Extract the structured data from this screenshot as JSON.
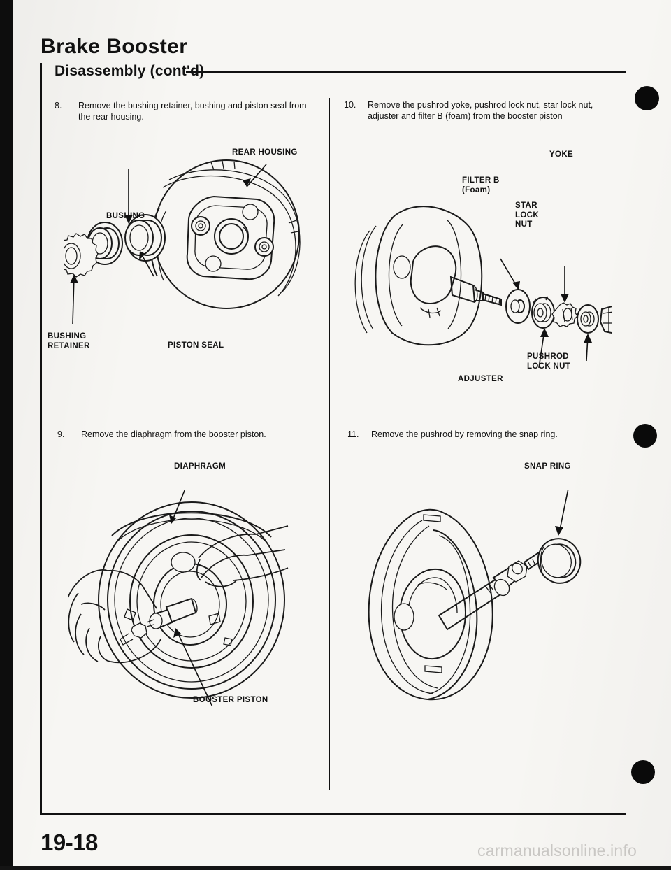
{
  "document": {
    "title": "Brake Booster",
    "section": "Disassembly (cont'd)",
    "page_number": "19-18",
    "watermark": "carmanualsonline.info"
  },
  "steps": [
    {
      "number": "8.",
      "text": "Remove the bushing retainer, bushing and piston seal from the rear housing."
    },
    {
      "number": "9.",
      "text": "Remove the diaphragm from the booster piston."
    },
    {
      "number": "10.",
      "text": "Remove the pushrod yoke, pushrod lock nut, star lock nut, adjuster and filter B (foam) from the booster piston"
    },
    {
      "number": "11.",
      "text": "Remove the pushrod by removing the snap ring."
    }
  ],
  "figures": {
    "fig_rear_housing": {
      "labels": {
        "rear_housing": "REAR HOUSING",
        "bushing": "BUSHING",
        "bushing_retainer": "BUSHING\nRETAINER",
        "piston_seal": "PISTON SEAL"
      }
    },
    "fig_pushrod_assembly": {
      "labels": {
        "yoke": "YOKE",
        "filter_b": "FILTER B\n(Foam)",
        "star_lock_nut": "STAR\nLOCK\nNUT",
        "pushrod_lock_nut": "PUSHROD\nLOCK NUT",
        "adjuster": "ADJUSTER"
      }
    },
    "fig_diaphragm": {
      "labels": {
        "diaphragm": "DIAPHRAGM",
        "booster_piston": "BOOSTER PISTON"
      }
    },
    "fig_snap_ring": {
      "labels": {
        "snap_ring": "SNAP RING"
      }
    }
  },
  "markers": [
    {
      "name": "margin-dot-1"
    },
    {
      "name": "margin-dot-2"
    },
    {
      "name": "margin-dot-3"
    }
  ],
  "colors": {
    "ink": "#111111",
    "paper": "#f7f6f3",
    "watermark": "#c9c7c4"
  }
}
